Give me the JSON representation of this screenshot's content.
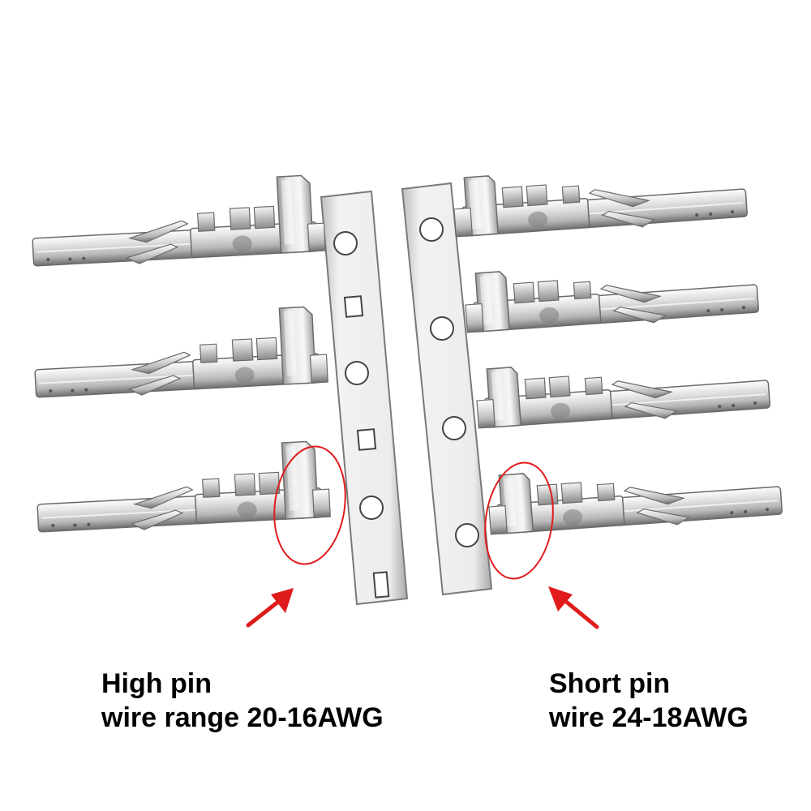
{
  "colors": {
    "background": "#ffffff",
    "metal_light": "#f2f2f2",
    "metal_mid": "#c9c9c9",
    "metal_dark": "#8a8a8a",
    "metal_shadow": "#5e5e5e",
    "annotation_red": "#e01b1b",
    "text": "#000000"
  },
  "left_group": {
    "caption_line1": "High pin",
    "caption_line2": "wire range 20-16AWG",
    "pin_count": 3
  },
  "right_group": {
    "caption_line1": "Short pin",
    "caption_line2": "wire 24-18AWG",
    "pin_count": 4
  },
  "icons": {
    "highlight": "red-ellipse-icon",
    "pointer": "red-arrow-icon"
  }
}
